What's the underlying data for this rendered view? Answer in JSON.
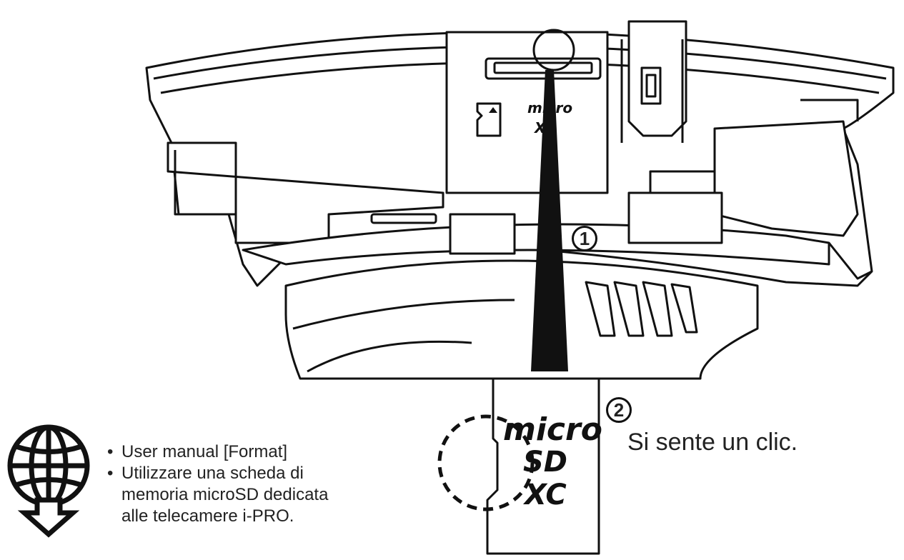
{
  "diagram": {
    "step1_marker": "1",
    "step2_marker": "2",
    "step2_text": "Si sente un clic.",
    "slot_label_top": "micro",
    "slot_label_bottom": "XC",
    "card_logo": {
      "line1": "micro",
      "line2": "SD",
      "line3": "XC"
    }
  },
  "notes": {
    "icon": "globe-download-icon",
    "items": [
      {
        "lines": [
          "User manual [Format]"
        ]
      },
      {
        "lines": [
          "Utilizzare una scheda di",
          "memoria microSD dedicata",
          "alle telecamere i-PRO."
        ]
      }
    ]
  }
}
